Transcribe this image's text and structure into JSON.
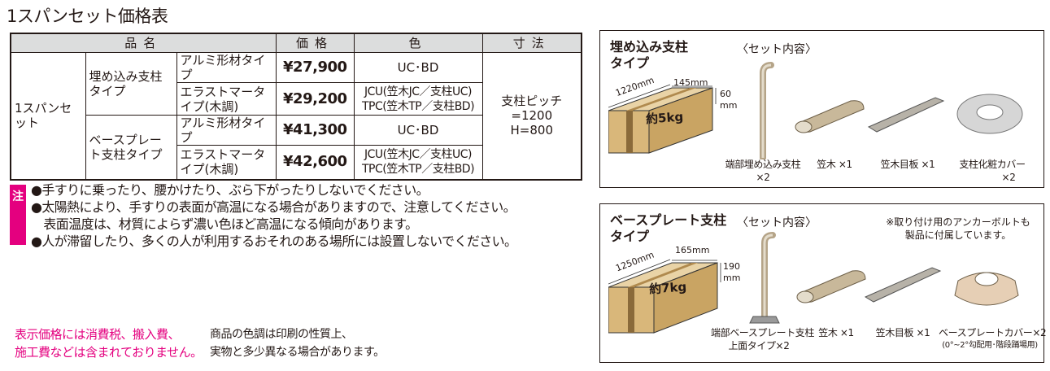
{
  "title": "1スパンセット価格表",
  "table": {
    "headers": [
      "品名",
      "価格",
      "色",
      "寸法"
    ],
    "set_name": "1スパンセット",
    "groups": [
      {
        "type": "埋め込み支柱タイプ",
        "rows": [
          {
            "material": "アルミ形材タイプ",
            "price": "¥27,900",
            "color": "UC･BD"
          },
          {
            "material": "エラストマータイプ(木調)",
            "price": "¥29,200",
            "color": "JCU(笠木JC／支柱UC) TPC(笠木TP／支柱BD)"
          }
        ]
      },
      {
        "type": "ベースプレート支柱タイプ",
        "rows": [
          {
            "material": "アルミ形材タイプ",
            "price": "¥41,300",
            "color": "UC･BD"
          },
          {
            "material": "エラストマータイプ(木調)",
            "price": "¥42,600",
            "color": "JCU(笠木JC／支柱UC) TPC(笠木TP／支柱BD)"
          }
        ]
      }
    ],
    "dimension_line1": "支柱ピッチ=1200",
    "dimension_line2": "H=800"
  },
  "notes": {
    "mark": "注",
    "items": [
      "●手すりに乗ったり、腰かけたり、ぶら下がったりしないでください。",
      "●太陽熱により、手すりの表面が高温になる場合がありますので、注意してください。",
      "　表面温度は、材質によらず濃い色ほど高温になる傾向があります。",
      "●人が滞留したり、多くの人が利用するおそれのある場所には設置しないでください。"
    ]
  },
  "footer": {
    "pink_line1": "表示価格には消費税、搬入費、",
    "pink_line2": "施工費などは含まれておりません。",
    "gray_line1": "商品の色調は印刷の性質上、",
    "gray_line2": "実物と多少異なる場合があります。"
  },
  "panels": [
    {
      "title_line1": "埋め込み支柱",
      "title_line2": "タイプ",
      "set_label": "〈セット内容〉",
      "box_length": "1220mm",
      "box_width": "145mm",
      "box_height_num": "60",
      "box_height_unit": "mm",
      "weight": "約5kg",
      "items": [
        {
          "line1": "端部埋め込み支柱",
          "line2": "×2"
        },
        {
          "line1": "笠木 ×1",
          "line2": ""
        },
        {
          "line1": "笠木目板 ×1",
          "line2": ""
        },
        {
          "line1": "支柱化粧カバー",
          "line2": "×2"
        }
      ]
    },
    {
      "title_line1": "ベースプレート支柱",
      "title_line2": "タイプ",
      "set_label": "〈セット内容〉",
      "side_note_line1": "※取り付け用のアンカーボルトも",
      "side_note_line2": "製品に付属しています。",
      "box_length": "1250mm",
      "box_width": "165mm",
      "box_height_num": "190",
      "box_height_unit": "mm",
      "weight": "約7kg",
      "items": [
        {
          "line1": "端部ベースプレート支柱",
          "line2": "上面タイプ×2"
        },
        {
          "line1": "笠木 ×1",
          "line2": ""
        },
        {
          "line1": "笠木目板 ×1",
          "line2": ""
        },
        {
          "line1": "ベースプレートカバー×2",
          "line2": "(0°~2°勾配用･階段踊場用)"
        }
      ]
    }
  ],
  "colors": {
    "accent": "#e4007f",
    "header_bg": "#dcdddd",
    "box": "#d9b77a",
    "metal": "#c8b89a"
  }
}
